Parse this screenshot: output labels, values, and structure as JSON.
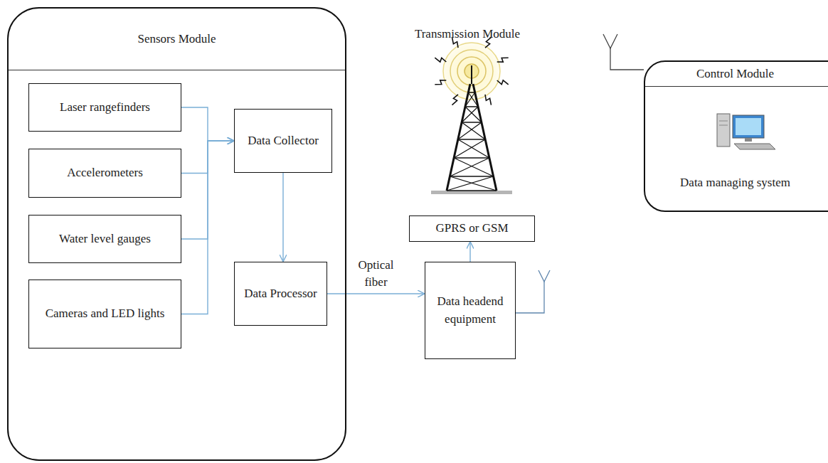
{
  "diagram": {
    "nodes": [
      {
        "text": [
          "Sensors Module"
        ]
      },
      {
        "text": [
          "Laser rangefinders"
        ],
        "in": 0
      },
      {
        "text": [
          "Accelerometers"
        ],
        "in": 0
      },
      {
        "text": [
          "Water level gauges"
        ],
        "in": 0
      },
      {
        "text": [
          "Cameras and LED lights"
        ],
        "in": 0
      },
      {
        "text": [
          "Data Collector"
        ],
        "in": 0
      },
      {
        "text": [
          "Data Processor"
        ],
        "in": 0
      },
      {
        "text": [
          "GPRS or GSM"
        ]
      },
      {
        "text": [
          "Data headend equipment"
        ]
      },
      {
        "text": [
          "Control Module",
          "Data managing system"
        ]
      }
    ],
    "edges": [
      {
        "from": 1,
        "to": 5,
        "arrow": "to"
      },
      {
        "from": 2,
        "to": 5,
        "arrow": "to"
      },
      {
        "from": 3,
        "to": 5,
        "arrow": "to"
      },
      {
        "from": 4,
        "to": 5,
        "arrow": "to"
      },
      {
        "from": 5,
        "to": 6,
        "arrow": "to"
      },
      {
        "from": 6,
        "to": 8,
        "label": "Optical fiber",
        "arrow": "to"
      },
      {
        "from": 8,
        "to": 7,
        "arrow": "to"
      }
    ],
    "labels": [
      "Transmission Module"
    ]
  }
}
